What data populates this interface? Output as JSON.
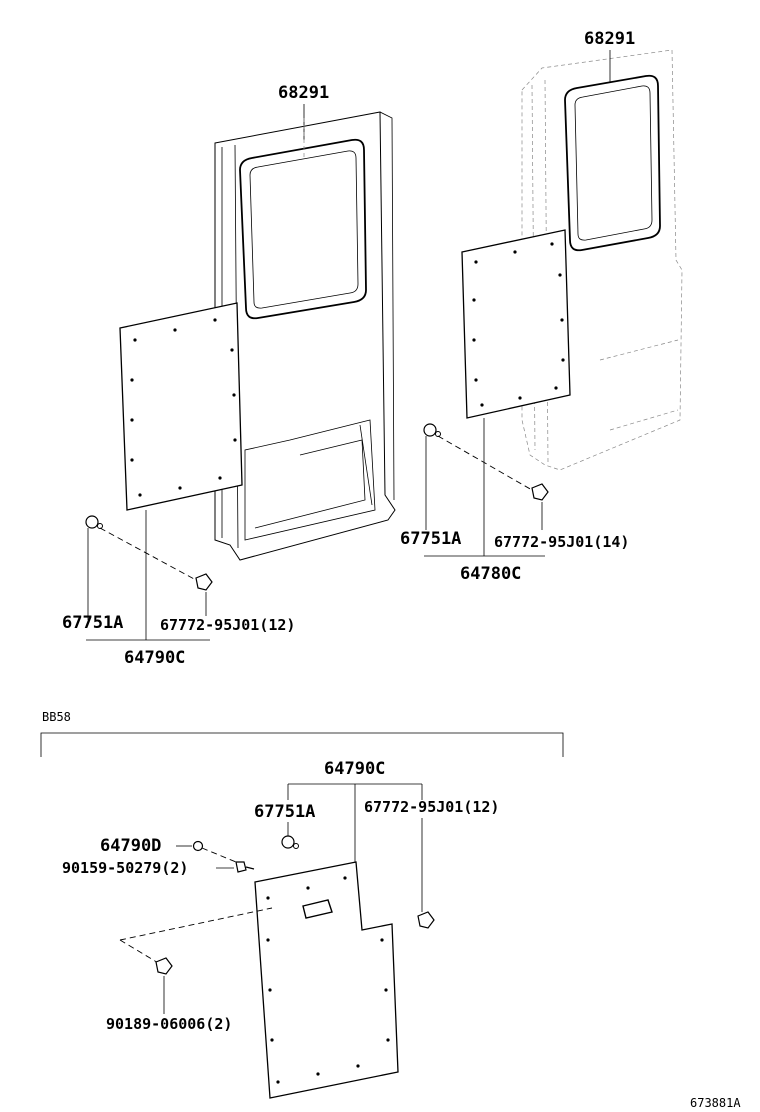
{
  "labels": {
    "part_68291_left": "68291",
    "part_68291_right": "68291",
    "part_67751a_left": "67751A",
    "part_67772_12_left": "67772-95J01(12)",
    "part_64790c_left": "64790C",
    "part_67751a_right": "67751A",
    "part_67772_14_right": "67772-95J01(14)",
    "part_64780c_right": "64780C",
    "section_bb58": "BB58",
    "part_64790c_bottom": "64790C",
    "part_67751a_bottom": "67751A",
    "part_67772_12_bottom": "67772-95J01(12)",
    "part_64790d_bottom": "64790D",
    "part_90159_bottom": "90159-50279(2)",
    "part_90189_bottom": "90189-06006(2)",
    "figure_code": "673881A"
  },
  "colors": {
    "ink": "#000000",
    "ghost": "#888888",
    "paper": "#ffffff"
  }
}
